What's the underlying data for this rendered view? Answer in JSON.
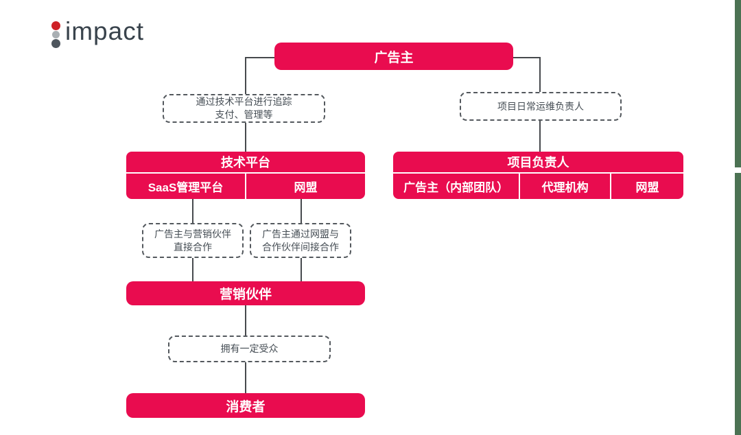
{
  "colors": {
    "brand_red": "#E90C4F",
    "connector_gray": "#46494D",
    "note_border_gray": "#53585D",
    "note_text_gray": "#454D54",
    "logo_text": "#39434C",
    "logo_dot_top": "#CE2127",
    "logo_dot_middle": "#A9AFB3",
    "logo_dot_bottom": "#4E565E",
    "edge_strip_green": "#4C7253"
  },
  "logo": {
    "text": "impact"
  },
  "diagram": {
    "advertiser": {
      "label": "广告主"
    },
    "notes": {
      "tracking": {
        "line1": "通过技术平台进行追踪",
        "line2": "支付、管理等"
      },
      "ops": {
        "label": "项目日常运维负责人"
      },
      "direct": {
        "line1": "广告主与营销伙伴",
        "line2": "直接合作"
      },
      "indirect": {
        "line1": "广告主通过网盟与",
        "line2": "合作伙伴间接合作"
      },
      "audience": {
        "label": "拥有一定受众"
      }
    },
    "tech_platform": {
      "header": "技术平台",
      "cells": [
        "SaaS管理平台",
        "网盟"
      ]
    },
    "project_owner": {
      "header": "项目负责人",
      "cells": [
        "广告主（内部团队）",
        "代理机构",
        "网盟"
      ]
    },
    "marketing_partner": {
      "label": "营销伙伴"
    },
    "consumer": {
      "label": "消费者"
    }
  }
}
